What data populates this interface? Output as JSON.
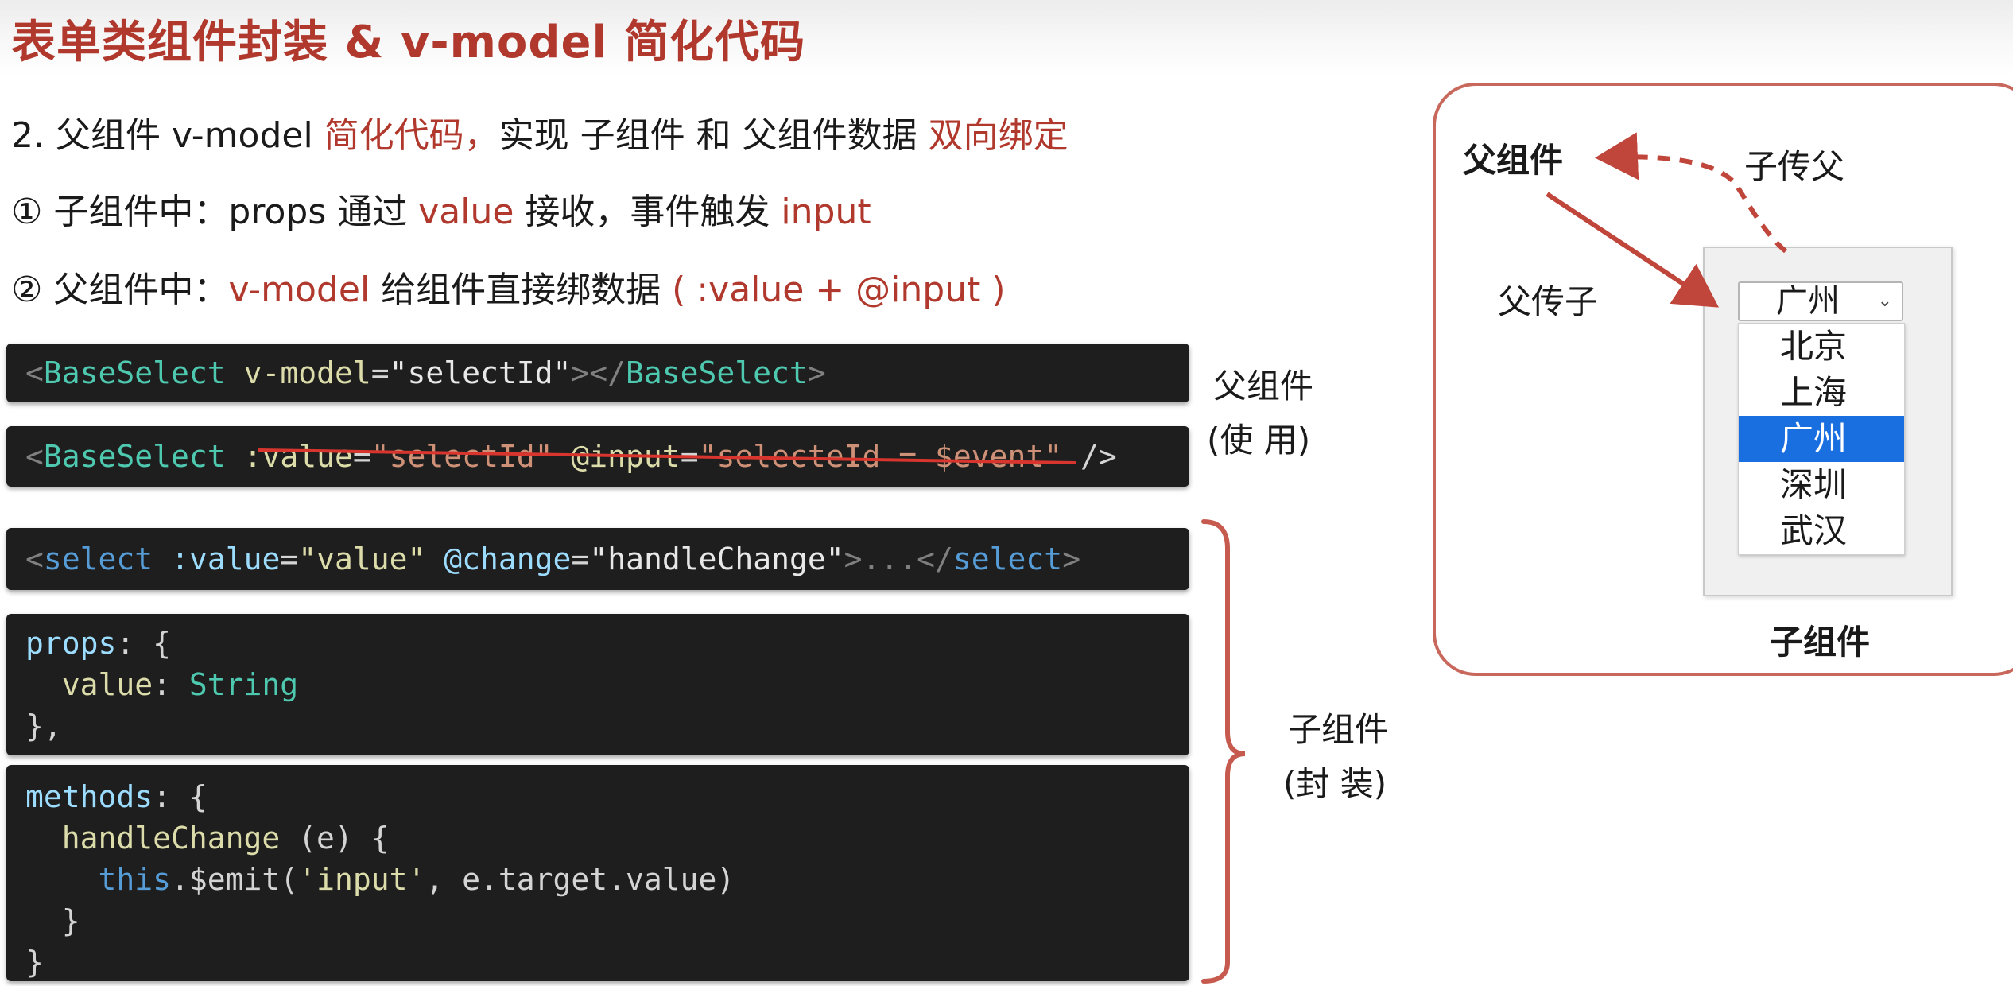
{
  "title": "表单类组件封装 & v-model 简化代码",
  "line1": {
    "a": "2. 父组件 v-model ",
    "b": "简化代码，",
    "c": "实现 子组件 和 父组件数据 ",
    "d": "双向绑定"
  },
  "line2": {
    "a": "① 子组件中：props 通过 ",
    "b": "value",
    "c": " 接收，事件触发 ",
    "d": "input"
  },
  "line3": {
    "a": "② 父组件中：",
    "b": "v-model",
    "c": " 给组件直接绑数据 ",
    "d": " ( :value + @input )"
  },
  "code1": {
    "lt": "<",
    "tag": "BaseSelect",
    "sp": " ",
    "attr": "v-model",
    "eq": "=",
    "str": "\"selectId\"",
    "close": "></",
    "tag2": "BaseSelect",
    "gt": ">"
  },
  "code2": {
    "lt": "<",
    "tag": "BaseSelect",
    "sp": " ",
    "a1": ":value",
    "eq1": "=",
    "s1": "\"selectId\"",
    "sp2": " ",
    "a2": "@input",
    "eq2": "=",
    "s2": "\"selecteId = $event\"",
    "end": " />"
  },
  "code3": {
    "lt": "<",
    "tag": "select",
    "sp": " ",
    "a1": ":value",
    "eq1": "=",
    "s1": "\"value\"",
    "sp2": " ",
    "a2": "@change",
    "eq2": "=",
    "s2": "\"handleChange\"",
    "dots": ">...</",
    "tag2": "select",
    "gt": ">"
  },
  "code4": {
    "l1a": "props",
    "l1b": ": {",
    "l2a": "  value",
    "l2b": ": ",
    "l2c": "String",
    "l3": "},"
  },
  "code5": {
    "l1a": "methods",
    "l1b": ": {",
    "l2a": "  handleChange",
    "l2b": " (e) {",
    "l3a": "    this",
    "l3b": ".$emit(",
    "l3c": "'input'",
    "l3d": ", e.target.value)",
    "l4": "  }",
    "l5": "}"
  },
  "labels": {
    "parent_use_1": "父组件",
    "parent_use_2": "(使  用)",
    "child_wrap_1": "子组件",
    "child_wrap_2": "(封  装)"
  },
  "diagram": {
    "parent": "父组件",
    "child_to_parent": "子传父",
    "parent_to_child": "父传子",
    "child": "子组件",
    "selected": "广州",
    "options": [
      "北京",
      "上海",
      "广州",
      "深圳",
      "武汉"
    ],
    "selected_index": 2
  },
  "colors": {
    "accent": "#b0382c",
    "code_bg": "#1e1e1e",
    "highlight": "#1a6fe0"
  }
}
